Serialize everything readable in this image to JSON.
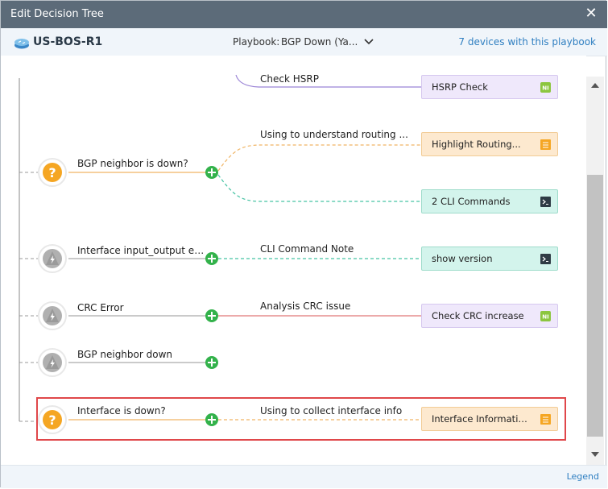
{
  "dialog": {
    "title": "Edit Decision Tree"
  },
  "device": {
    "name": "US-BOS-R1",
    "playbook_label": "Playbook:",
    "playbook_value": "BGP Down (Ya...",
    "devices_link": "7 devices with this playbook"
  },
  "tree": {
    "top_branch": {
      "label": "Check HSRP",
      "card": "HSRP Check",
      "card_icon": "ni-icon"
    },
    "nodes": [
      {
        "title": "BGP neighbor is down?",
        "icon": "question-icon",
        "branches": [
          {
            "label": "Using to understand routing ...",
            "card": "Highlight Routing...",
            "card_icon": "note-icon"
          },
          {
            "label": "",
            "card": "2 CLI Commands",
            "card_icon": "terminal-icon"
          }
        ]
      },
      {
        "title": "Interface input_output er...",
        "icon": "lightning-icon",
        "branches": [
          {
            "label": "CLI Command Note",
            "card": "show version",
            "card_icon": "terminal-icon"
          }
        ]
      },
      {
        "title": "CRC Error",
        "icon": "lightning-icon",
        "branches": [
          {
            "label": "Analysis CRC issue",
            "card": "Check CRC increase",
            "card_icon": "ni-icon"
          }
        ]
      },
      {
        "title": "BGP neighbor down",
        "icon": "lightning-icon",
        "branches": []
      },
      {
        "title": "Interface is down?",
        "icon": "question-icon",
        "highlighted": true,
        "branches": [
          {
            "label": "Using to collect interface info",
            "card": "Interface Information...",
            "card_icon": "note-icon"
          }
        ]
      }
    ]
  },
  "footer": {
    "legend": "Legend"
  },
  "colors": {
    "titlebar": "#5c6b79",
    "question_node": "#f5a623",
    "lightning_node": "#b0b0b0",
    "add_button": "#33b24b",
    "link": "#2f7fc1",
    "highlight": "#e0474a"
  }
}
